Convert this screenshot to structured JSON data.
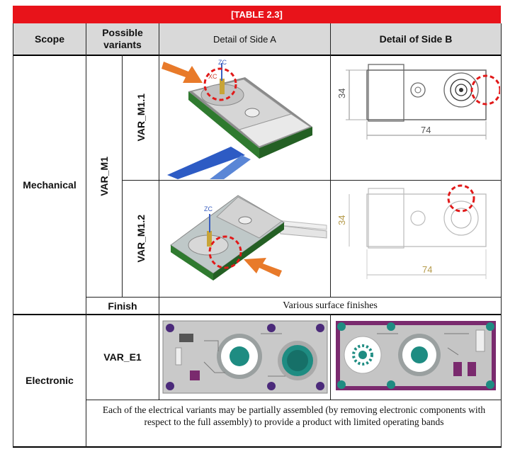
{
  "table_title": "[TABLE 2.3]",
  "headers": {
    "scope": "Scope",
    "variants": "Possible variants",
    "side_a": "Detail of Side A",
    "side_b": "Detail of Side B"
  },
  "mechanical": {
    "scope": "Mechanical",
    "group": "VAR_M1",
    "v1": "VAR_M1.1",
    "v2": "VAR_M1.2",
    "finish_label": "Finish",
    "finish_text": "Various surface finishes",
    "axis_labels": {
      "zc": "ZC",
      "xc": "XC"
    },
    "dimensions": {
      "height": "34",
      "width": "74"
    }
  },
  "electronic": {
    "scope": "Electronic",
    "variant": "VAR_E1",
    "note": "Each of the electrical variants may be partially assembled (by removing electronic components with respect to the full assembly) to provide a product with limited operating bands"
  },
  "colors": {
    "title_bg": "#e8131a",
    "header_bg": "#d9d9d9",
    "highlight_circle": "#e11919",
    "arrow": "#e87a2a",
    "pcb_b": "#7a2a6e",
    "pad": "#1e8c82"
  }
}
